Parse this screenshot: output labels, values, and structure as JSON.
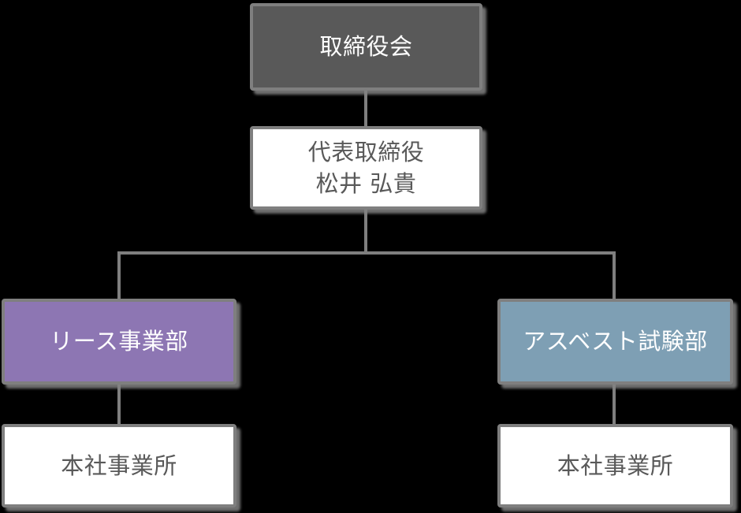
{
  "diagram": {
    "type": "org-chart",
    "background_color": "#000000",
    "connector_color": "#7f7f7f",
    "border_color": "#7f7f7f",
    "shadow_color": "#828282",
    "nodes": {
      "board": {
        "label": "取締役会",
        "fill": "#595959",
        "text_color": "#ffffff"
      },
      "ceo": {
        "title": "代表取締役",
        "name": "松井 弘貴",
        "fill": "#ffffff",
        "text_color": "#595959"
      },
      "lease": {
        "label": "リース事業部",
        "fill": "#8d76b3",
        "text_color": "#ffffff"
      },
      "asbestos": {
        "label": "アスベスト試験部",
        "fill": "#7e9fb4",
        "text_color": "#ffffff"
      },
      "hq_left": {
        "label": "本社事業所",
        "fill": "#ffffff",
        "text_color": "#595959"
      },
      "hq_right": {
        "label": "本社事業所",
        "fill": "#ffffff",
        "text_color": "#595959"
      }
    }
  }
}
